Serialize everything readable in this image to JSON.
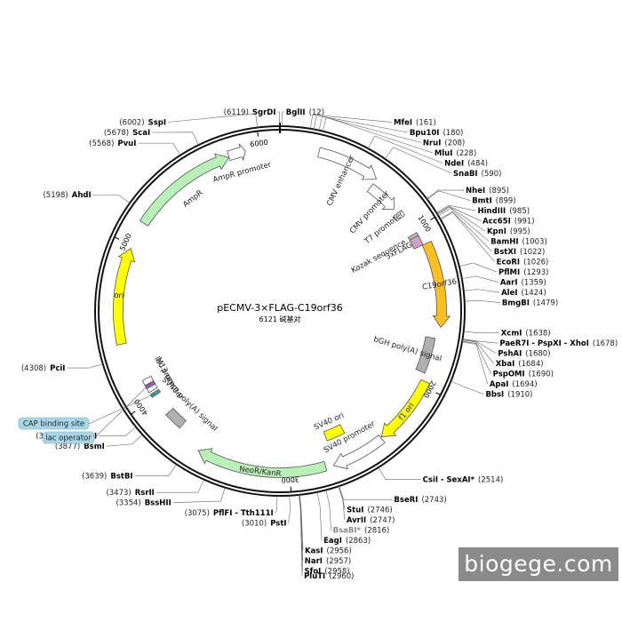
{
  "plasmid": {
    "name": "pECMV-3×FLAG-C19orf36",
    "size_label": "6121 碱基对",
    "total_bp": 6121
  },
  "ticks": [
    {
      "bp": 1000,
      "label": "1000"
    },
    {
      "bp": 2000,
      "label": "2000"
    },
    {
      "bp": 3000,
      "label": "3000"
    },
    {
      "bp": 4000,
      "label": "4000"
    },
    {
      "bp": 5000,
      "label": "5000"
    },
    {
      "bp": 6000,
      "label": "6000"
    }
  ],
  "sites": [
    {
      "name": "SgrDI",
      "pos": "(6119)",
      "bp": 6119,
      "side": "left"
    },
    {
      "name": "BglII",
      "pos": "(12)",
      "bp": 12,
      "side": "right"
    },
    {
      "name": "SspI",
      "pos": "(6002)",
      "bp": 6002,
      "side": "left"
    },
    {
      "name": "MfeI",
      "pos": "(161)",
      "bp": 161,
      "side": "right"
    },
    {
      "name": "Bpu10I",
      "pos": "(180)",
      "bp": 180,
      "side": "right"
    },
    {
      "name": "NruI",
      "pos": "(208)",
      "bp": 208,
      "side": "right"
    },
    {
      "name": "MluI",
      "pos": "(228)",
      "bp": 228,
      "side": "right"
    },
    {
      "name": "ScaI",
      "pos": "(5678)",
      "bp": 5678,
      "side": "left"
    },
    {
      "name": "PvuI",
      "pos": "(5568)",
      "bp": 5568,
      "side": "left"
    },
    {
      "name": "NdeI",
      "pos": "(484)",
      "bp": 484,
      "side": "right"
    },
    {
      "name": "SnaBI",
      "pos": "(590)",
      "bp": 590,
      "side": "right"
    },
    {
      "name": "AhdI",
      "pos": "(5198)",
      "bp": 5198,
      "side": "left"
    },
    {
      "name": "NheI",
      "pos": "(895)",
      "bp": 895,
      "side": "right"
    },
    {
      "name": "BmtI",
      "pos": "(899)",
      "bp": 899,
      "side": "right"
    },
    {
      "name": "HindIII",
      "pos": "(985)",
      "bp": 985,
      "side": "right"
    },
    {
      "name": "Acc65I",
      "pos": "(991)",
      "bp": 991,
      "side": "right"
    },
    {
      "name": "KpnI",
      "pos": "(995)",
      "bp": 995,
      "side": "right"
    },
    {
      "name": "BamHI",
      "pos": "(1003)",
      "bp": 1003,
      "side": "right"
    },
    {
      "name": "BstXI",
      "pos": "(1022)",
      "bp": 1022,
      "side": "right"
    },
    {
      "name": "EcoRI",
      "pos": "(1026)",
      "bp": 1026,
      "side": "right"
    },
    {
      "name": "PflMI",
      "pos": "(1293)",
      "bp": 1293,
      "side": "right"
    },
    {
      "name": "AarI",
      "pos": "(1359)",
      "bp": 1359,
      "side": "right"
    },
    {
      "name": "AleI",
      "pos": "(1424)",
      "bp": 1424,
      "side": "right"
    },
    {
      "name": "BmgBI",
      "pos": "(1479)",
      "bp": 1479,
      "side": "right"
    },
    {
      "name": "XcmI",
      "pos": "(1638)",
      "bp": 1638,
      "side": "right"
    },
    {
      "name": "PaeR7I - PspXI - XhoI",
      "pos": "(1678)",
      "bp": 1678,
      "side": "right"
    },
    {
      "name": "PshAI",
      "pos": "(1680)",
      "bp": 1680,
      "side": "right"
    },
    {
      "name": "XbaI",
      "pos": "(1684)",
      "bp": 1684,
      "side": "right"
    },
    {
      "name": "PspOMI",
      "pos": "(1690)",
      "bp": 1690,
      "side": "right"
    },
    {
      "name": "ApaI",
      "pos": "(1694)",
      "bp": 1694,
      "side": "right"
    },
    {
      "name": "BbsI",
      "pos": "(1910)",
      "bp": 1910,
      "side": "right"
    },
    {
      "name": "PciI",
      "pos": "(4308)",
      "bp": 4308,
      "side": "left"
    },
    {
      "name": "CsiI - SexAI*",
      "pos": "(2514)",
      "bp": 2514,
      "side": "right"
    },
    {
      "name": "BstZ17I",
      "pos": "(3929)",
      "bp": 3929,
      "side": "left"
    },
    {
      "name": "BsmI",
      "pos": "(3877)",
      "bp": 3877,
      "side": "left"
    },
    {
      "name": "BseRI",
      "pos": "(2743)",
      "bp": 2743,
      "side": "right"
    },
    {
      "name": "StuI",
      "pos": "(2746)",
      "bp": 2746,
      "side": "right"
    },
    {
      "name": "AvrII",
      "pos": "(2747)",
      "bp": 2747,
      "side": "right"
    },
    {
      "name": "BsaBI*",
      "pos": "(2816)",
      "bp": 2816,
      "side": "right"
    },
    {
      "name": "EagI",
      "pos": "(2863)",
      "bp": 2863,
      "side": "right"
    },
    {
      "name": "KasI",
      "pos": "(2956)",
      "bp": 2956,
      "side": "right"
    },
    {
      "name": "NarI",
      "pos": "(2957)",
      "bp": 2957,
      "side": "right"
    },
    {
      "name": "SfoI",
      "pos": "(2958)",
      "bp": 2958,
      "side": "right"
    },
    {
      "name": "PluTI",
      "pos": "(2960)",
      "bp": 2960,
      "side": "right"
    },
    {
      "name": "BstBI",
      "pos": "(3639)",
      "bp": 3639,
      "side": "left"
    },
    {
      "name": "RsrII",
      "pos": "(3473)",
      "bp": 3473,
      "side": "left"
    },
    {
      "name": "BssHII",
      "pos": "(3354)",
      "bp": 3354,
      "side": "left"
    },
    {
      "name": "PflFI - Tth111I",
      "pos": "(3075)",
      "bp": 3075,
      "side": "left"
    },
    {
      "name": "PstI",
      "pos": "(3010)",
      "bp": 3010,
      "side": "left"
    }
  ],
  "features": [
    {
      "name": "CMV enhancer",
      "start": 235,
      "end": 615,
      "kind": "arrow",
      "color": "#ffffff"
    },
    {
      "name": "CMV promoter",
      "start": 616,
      "end": 820,
      "kind": "arrow",
      "color": "#ffffff"
    },
    {
      "name": "T7 promoter",
      "start": 864,
      "end": 882,
      "kind": "arrow",
      "color": "#ffffff"
    },
    {
      "name": "Kozak sequence",
      "start": 1033,
      "end": 1042,
      "kind": "box",
      "color": "#c0c0c0"
    },
    {
      "name": "3xFLAG",
      "start": 1042,
      "end": 1108,
      "kind": "box",
      "color": "#d0a0c8"
    },
    {
      "name": "C19orf36",
      "start": 1109,
      "end": 1630,
      "kind": "arrow",
      "color": "#ffbf1f"
    },
    {
      "name": "bGH poly(A) signal",
      "start": 1700,
      "end": 1925,
      "kind": "box",
      "color": "#b0b0b0"
    },
    {
      "name": "f1 ori",
      "start": 1971,
      "end": 2399,
      "kind": "arrow",
      "color": "#ffff00"
    },
    {
      "name": "SV40 promoter",
      "start": 2405,
      "end": 2735,
      "kind": "arrow",
      "color": "#ffffff"
    },
    {
      "name": "SV40 ori",
      "start": 2586,
      "end": 2721,
      "kind": "box",
      "color": "#ffff00"
    },
    {
      "name": "NeoR/KanR",
      "start": 2782,
      "end": 3576,
      "kind": "arrow",
      "color": "#b8f0b8"
    },
    {
      "name": "SV40 poly(A) signal",
      "start": 3750,
      "end": 3871,
      "kind": "box",
      "color": "#b0b0b0"
    },
    {
      "name": "CAP binding site",
      "start": 4011,
      "end": 4032,
      "kind": "box",
      "color": "#3aa0a8"
    },
    {
      "name": "lac promoter",
      "start": 4047,
      "end": 4077,
      "kind": "arrow",
      "color": "#ffffff"
    },
    {
      "name": "lac operator",
      "start": 4085,
      "end": 4101,
      "kind": "box",
      "color": "#9b59b6"
    },
    {
      "name": "M13 rev",
      "start": 4109,
      "end": 4125,
      "kind": "arrow",
      "color": "#ffffff"
    },
    {
      "name": "ori",
      "start": 4390,
      "end": 4978,
      "kind": "arrow",
      "color": "#ffff00"
    },
    {
      "name": "AmpR",
      "start": 5149,
      "end": 5809,
      "kind": "arrow",
      "color": "#b8f0b8"
    },
    {
      "name": "AmpR promoter",
      "start": 5810,
      "end": 5914,
      "kind": "arrow",
      "color": "#ffffff"
    }
  ],
  "callouts": [
    {
      "label": "CAP binding site",
      "color": "#a8d8e8"
    },
    {
      "label": "lac operator",
      "color": "#a8d8e8"
    }
  ],
  "watermark": "biogege.com"
}
